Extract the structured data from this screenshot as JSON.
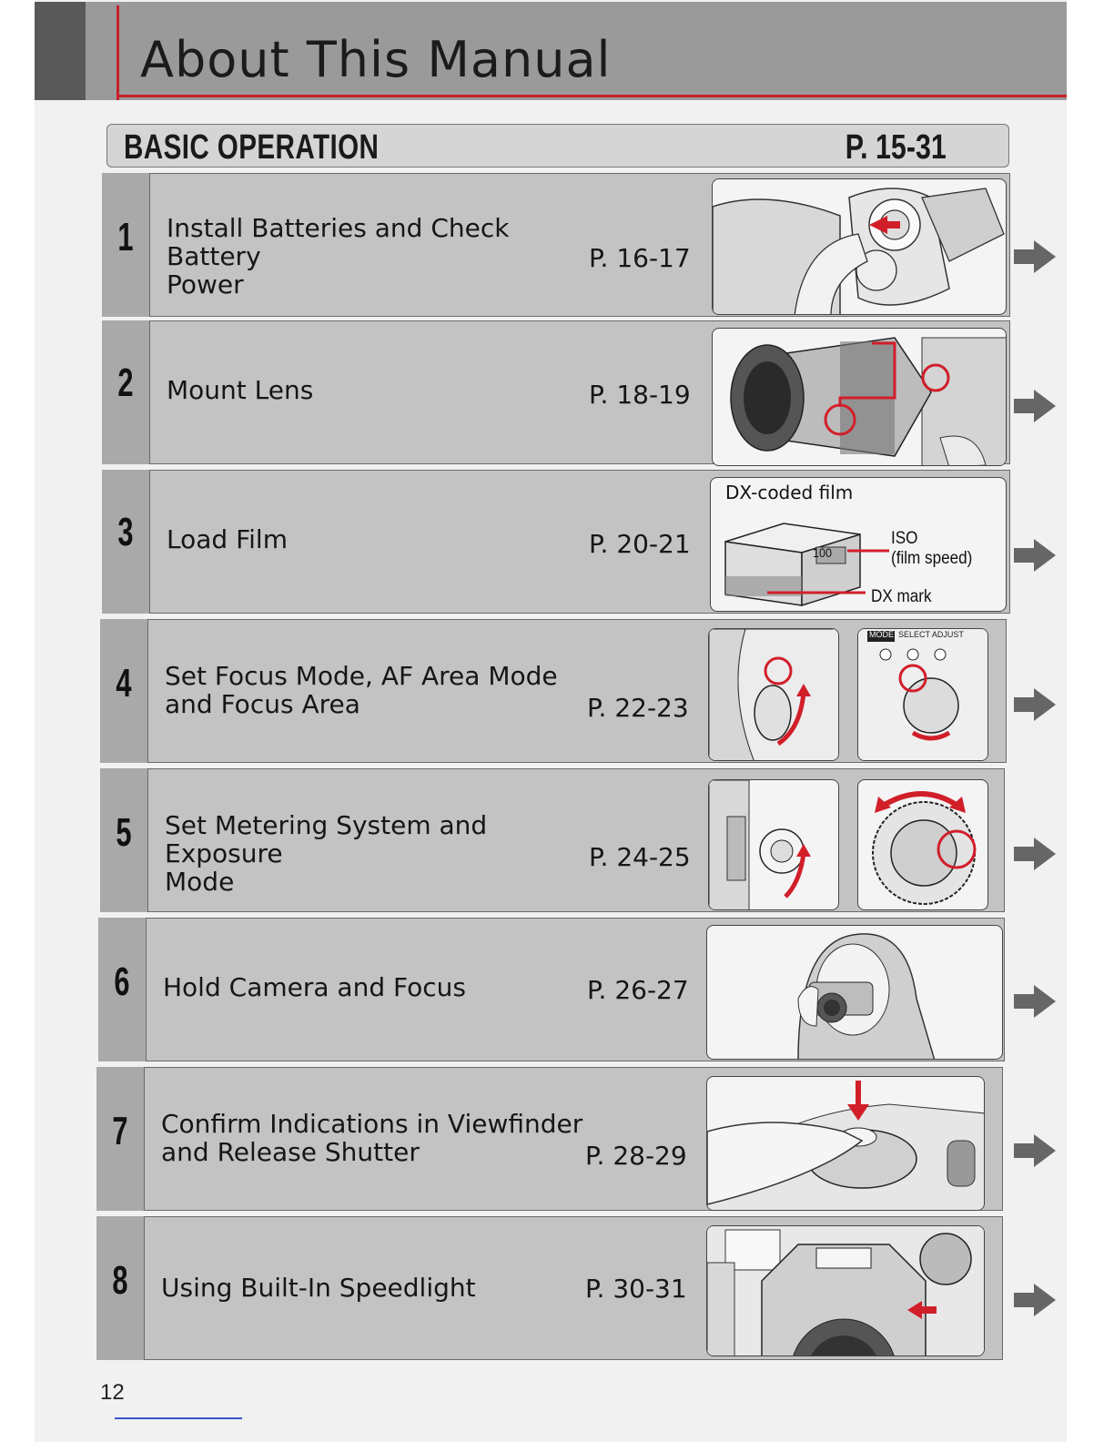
{
  "header": {
    "title": "About This Manual"
  },
  "section": {
    "label": "BASIC OPERATION",
    "pages": "P. 15-31"
  },
  "steps": [
    {
      "number": "1",
      "text": "Install Batteries and Check Battery Power",
      "line1": "Install Batteries and Check Battery",
      "line2": "Power",
      "pages": "P. 16-17"
    },
    {
      "number": "2",
      "text": "Mount Lens",
      "line1": "Mount Lens",
      "line2": "",
      "pages": "P. 18-19"
    },
    {
      "number": "3",
      "text": "Load Film",
      "line1": "Load Film",
      "line2": "",
      "pages": "P. 20-21"
    },
    {
      "number": "4",
      "text": "Set Focus Mode, AF Area Mode and Focus Area",
      "line1": "Set Focus Mode, AF Area Mode",
      "line2": "and Focus Area",
      "pages": "P. 22-23"
    },
    {
      "number": "5",
      "text": "Set Metering System and Exposure Mode",
      "line1": "Set Metering System and Exposure",
      "line2": "Mode",
      "pages": "P. 24-25"
    },
    {
      "number": "6",
      "text": "Hold Camera and Focus",
      "line1": "Hold Camera and Focus",
      "line2": "",
      "pages": "P. 26-27"
    },
    {
      "number": "7",
      "text": "Confirm Indications in Viewfinder and Release Shutter",
      "line1": "Confirm Indications in Viewfinder",
      "line2": "and Release Shutter",
      "pages": "P. 28-29"
    },
    {
      "number": "8",
      "text": "Using Built-In Speedlight",
      "line1": "Using Built-In Speedlight",
      "line2": "",
      "pages": "P. 30-31"
    }
  ],
  "film_illustration": {
    "caption": "DX-coded film",
    "iso_label": "ISO",
    "film_speed_label": "(film speed)",
    "dx_mark_label": "DX mark",
    "box_number": "100"
  },
  "mode_dial_labels": {
    "mode": "MODE",
    "select_adjust": "SELECT ADJUST"
  },
  "page_number": "12",
  "colors": {
    "accent_red": "#c8202a",
    "header_gray": "#9a9a9a",
    "step_gray": "#c3c3c3"
  }
}
